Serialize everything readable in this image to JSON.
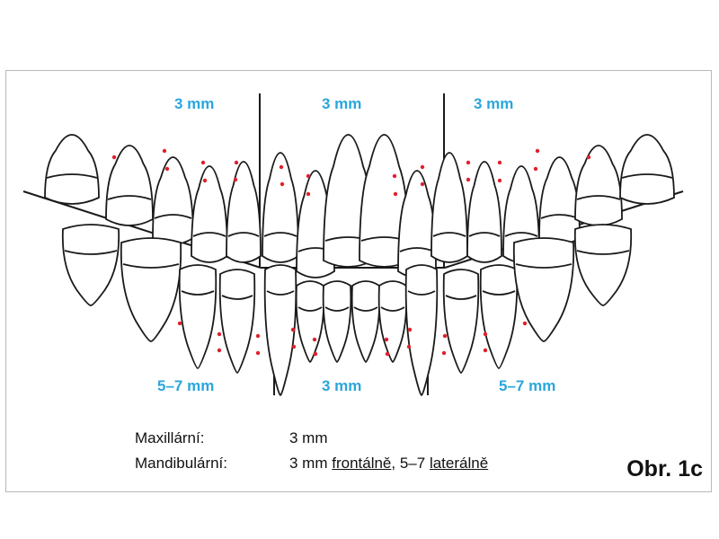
{
  "labels": {
    "upper_left": "3 mm",
    "upper_center": "3 mm",
    "upper_right": "3 mm",
    "lower_left": "5–7 mm",
    "lower_center": "3 mm",
    "lower_right": "5–7 mm"
  },
  "legend": {
    "maxillary_key": "Maxillární:",
    "maxillary_value": "3 mm",
    "mandibular_key": "Mandibulární:",
    "mandibular_value_a": "3 mm ",
    "mandibular_value_frontal": "frontálně",
    "mandibular_value_b": ", 5–7 ",
    "mandibular_value_lateral": "laterálně"
  },
  "figure_label": "Obr. 1c",
  "colors": {
    "label": "#2aa6dc",
    "marker": "#e0202a",
    "outline": "#1a1a1a",
    "border": "#b9b9b9"
  }
}
